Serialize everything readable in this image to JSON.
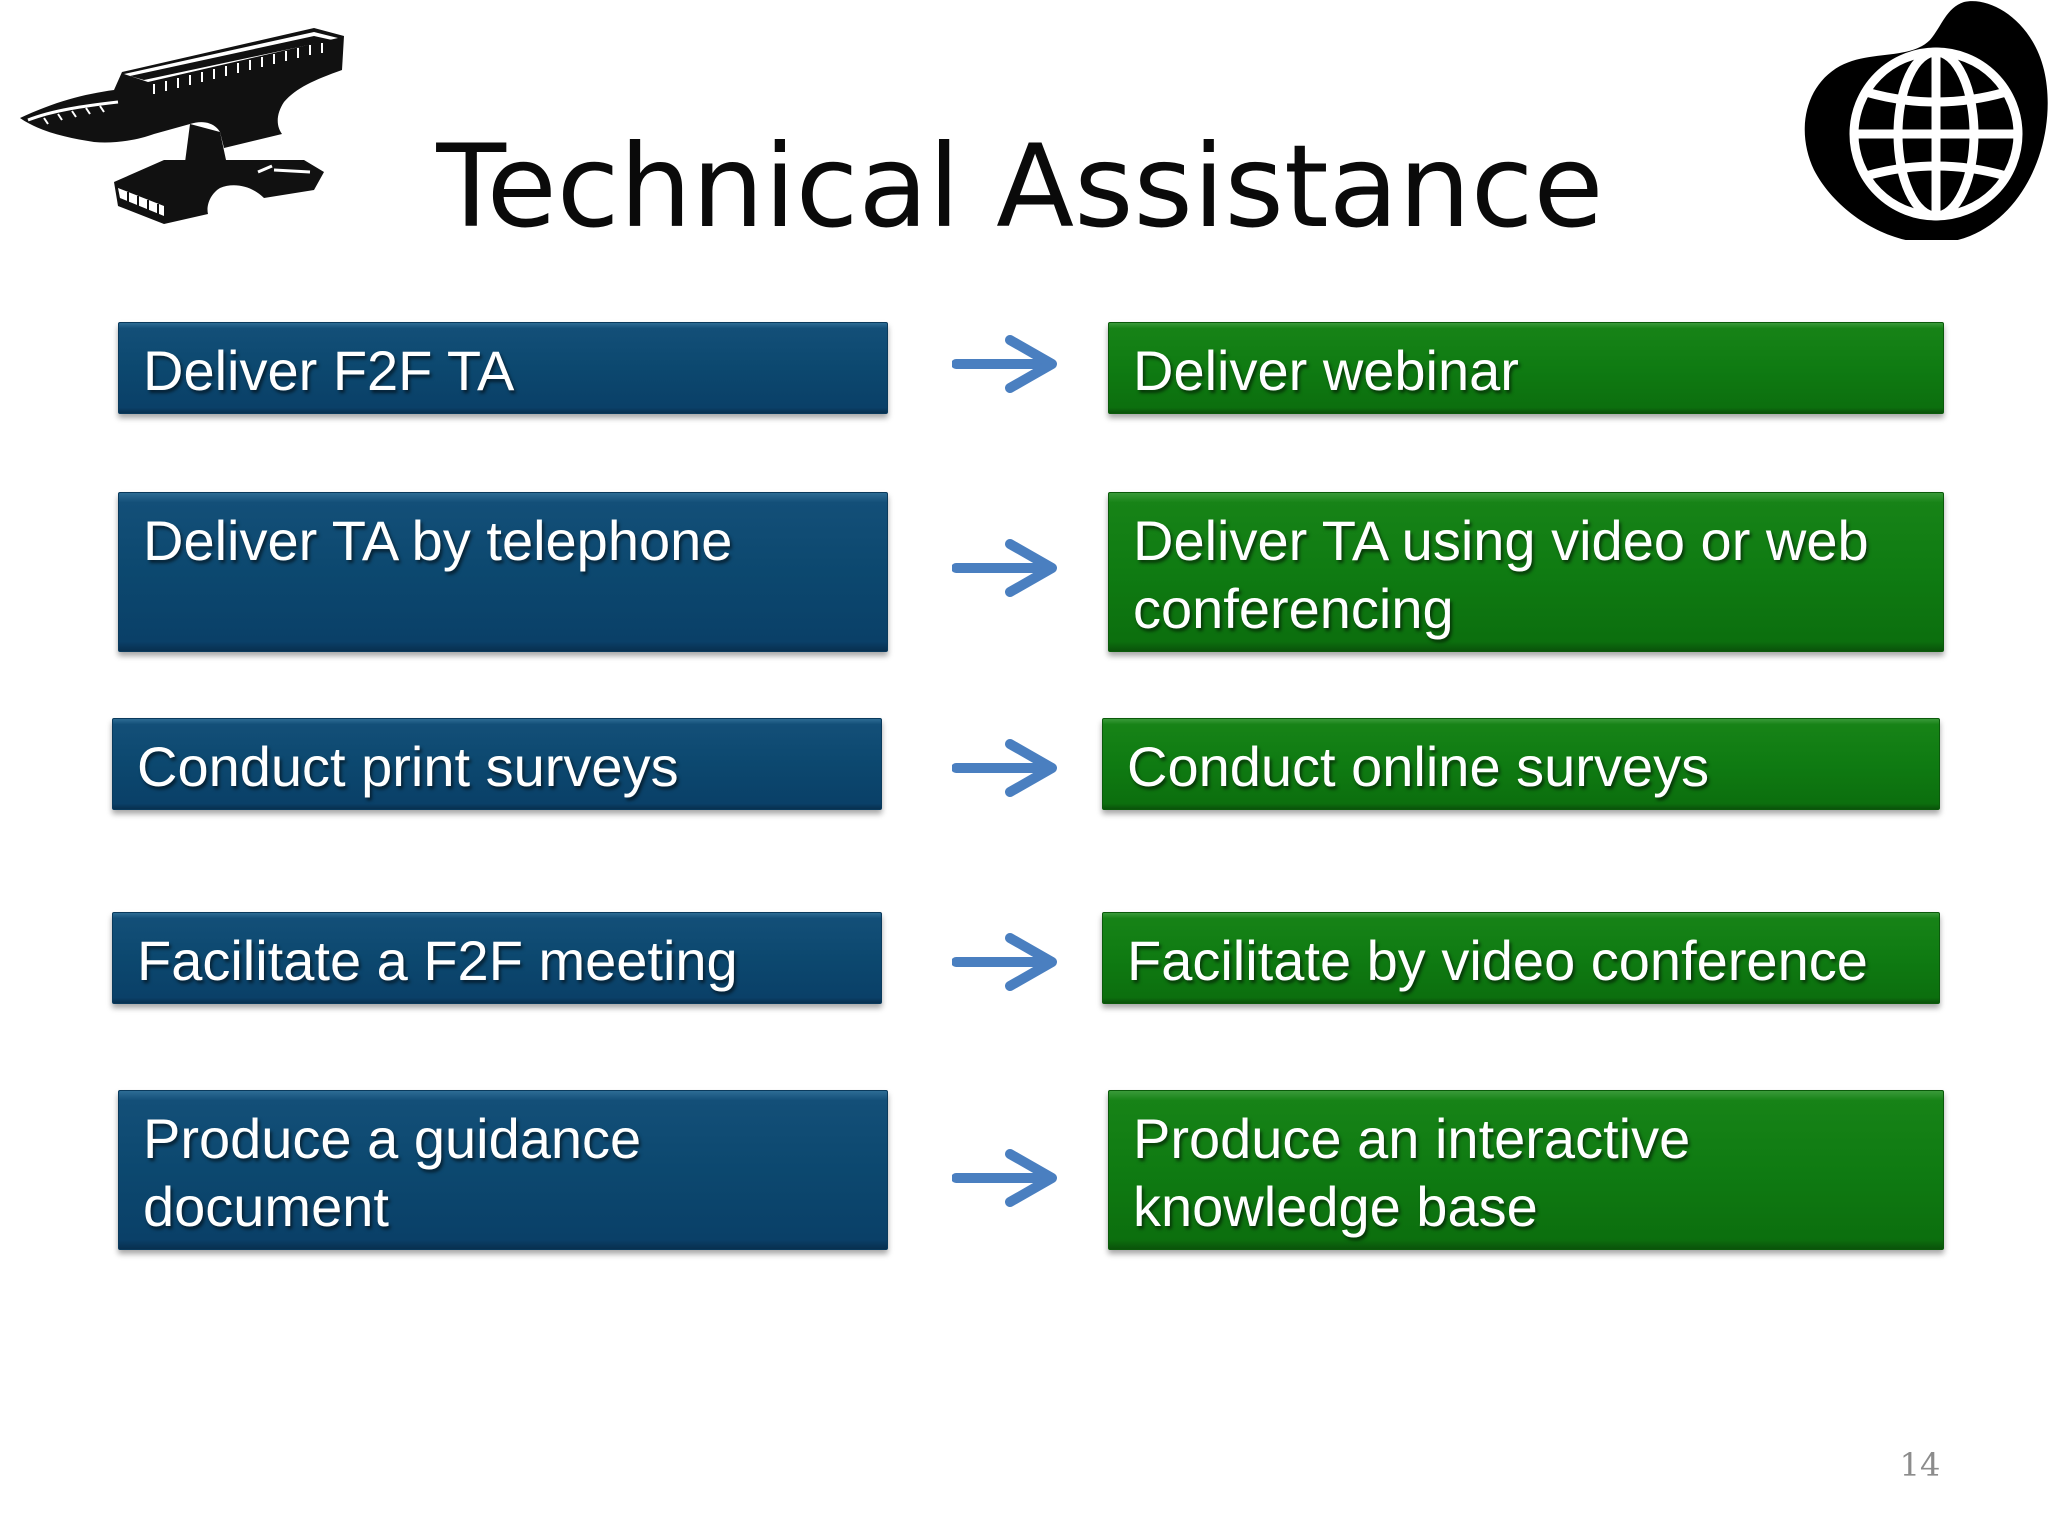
{
  "slide": {
    "title": "Technical Assistance",
    "page_number": "14"
  },
  "icons": {
    "left": "anvil-icon",
    "right": "globe-icon"
  },
  "colors": {
    "old_method_box": "#0c486f",
    "new_method_box": "#0f7b12",
    "arrow": "#4a7fc0"
  },
  "rows": [
    {
      "old": "Deliver F2F TA",
      "new": "Deliver webinar"
    },
    {
      "old": "Deliver TA by telephone",
      "new": "Deliver TA using video or web conferencing"
    },
    {
      "old": "Conduct print surveys",
      "new": "Conduct online surveys"
    },
    {
      "old": "Facilitate a F2F meeting",
      "new": "Facilitate by video conference"
    },
    {
      "old": "Produce a guidance document",
      "new": "Produce an interactive knowledge base"
    }
  ]
}
